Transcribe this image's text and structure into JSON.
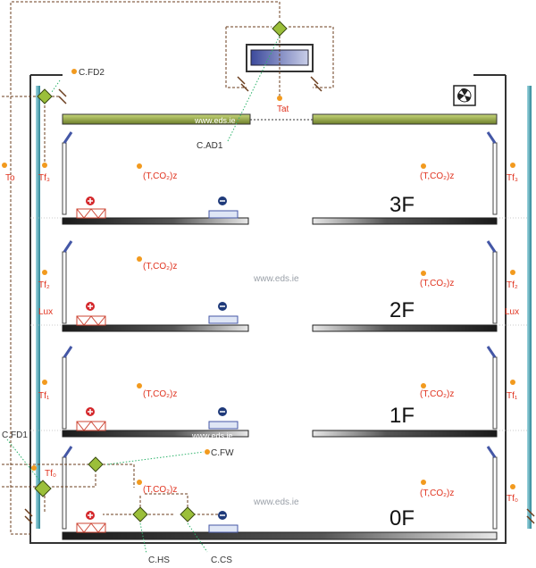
{
  "floors": [
    {
      "label": "3F",
      "zone_left": "(T,CO₂)z",
      "zone_right": "(T,CO₂)z",
      "sensor_left": "Tf₃",
      "sensor_right": "Tf₃"
    },
    {
      "label": "2F",
      "zone_left": "(T,CO₂)z",
      "zone_right": "(T,CO₂)z",
      "sensor_left": "Tf₂",
      "sensor_right": "Tf₂",
      "lux_left": "Lux",
      "lux_right": "Lux"
    },
    {
      "label": "1F",
      "zone_left": "(T,CO₂)z",
      "zone_right": "(T,CO₂)z",
      "sensor_left": "Tf₁",
      "sensor_right": "Tf₁"
    },
    {
      "label": "0F",
      "zone_left": "(T,CO₂)z",
      "zone_right": "(T,CO₂)z",
      "sensor_left": "Tf₀",
      "sensor_right": "Tf₀"
    }
  ],
  "labels": {
    "outdoor_temp": "To",
    "atrium_temp": "Tat",
    "damper_fd2": "C.FD2",
    "damper_ad1": "C.AD1",
    "damper_fd1": "C.FD1",
    "control_fw": "C.FW",
    "control_hs": "C.HS",
    "control_cs": "C.CS"
  },
  "watermarks": [
    "www.eds.ie",
    "www.eds.ie",
    "www.eds.ie",
    "www.eds.ie"
  ],
  "colors": {
    "sensor": "#f29a1e",
    "label": "#e0321e",
    "valve": "#9bbf3a",
    "wire": "#6b3e1e",
    "signal": "#2db36b"
  }
}
